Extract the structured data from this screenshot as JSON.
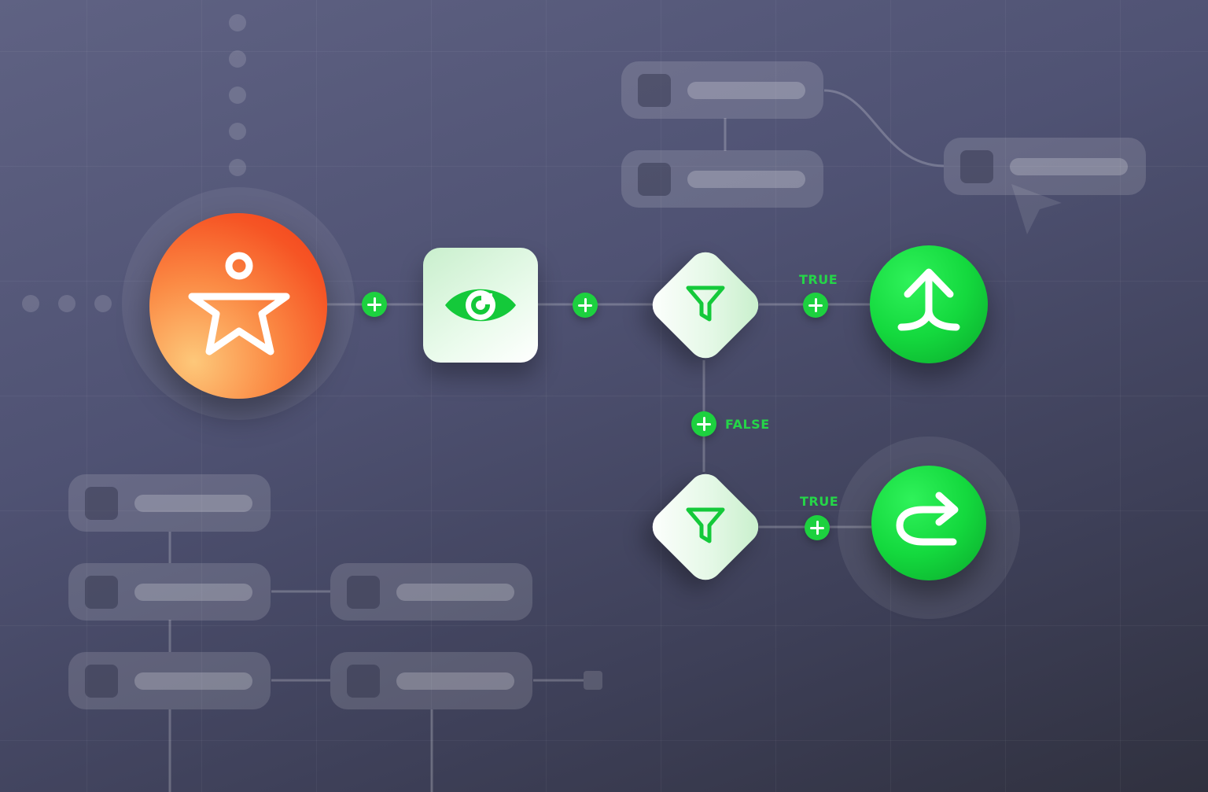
{
  "branches": {
    "true_label_1": "TRUE",
    "false_label": "FALSE",
    "true_label_2": "TRUE"
  },
  "nodes": {
    "trigger": {
      "icon": "star-person-icon",
      "color": "#f65424"
    },
    "watch": {
      "icon": "eye-icon",
      "color": "#1dd13f"
    },
    "filter_1": {
      "icon": "filter-icon"
    },
    "filter_2": {
      "icon": "filter-icon"
    },
    "merge": {
      "icon": "merge-arrow-icon",
      "color": "#14d93e"
    },
    "loop": {
      "icon": "u-turn-arrow-icon",
      "color": "#14d93e"
    }
  },
  "colors": {
    "accent": "#1dd13f",
    "trigger": "#f65424",
    "background": "#4f5273"
  }
}
